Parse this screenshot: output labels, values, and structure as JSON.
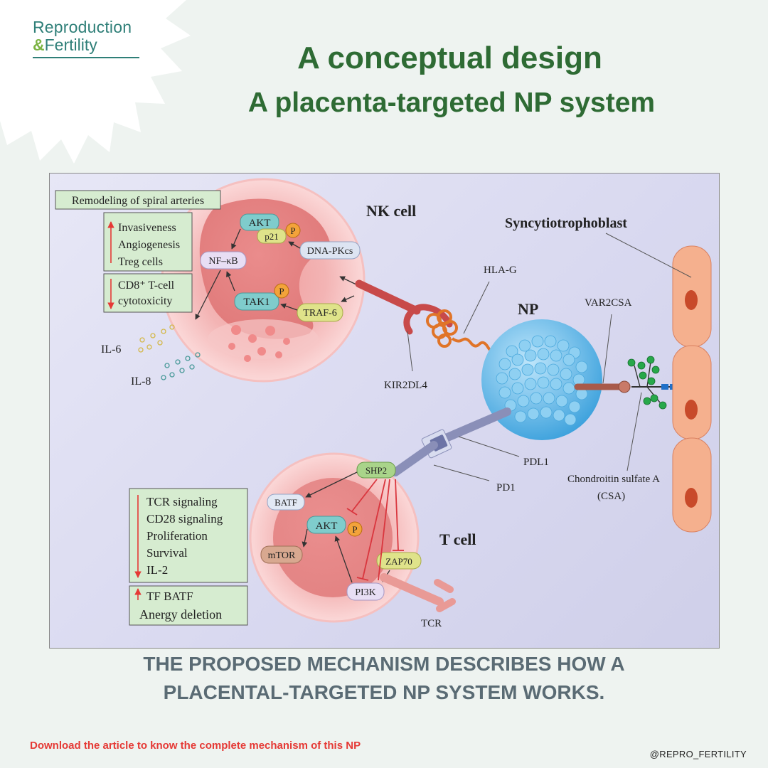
{
  "brand": {
    "line1": "Reproduction",
    "line2_amp": "&",
    "line2": "Fertility"
  },
  "title": {
    "line1": "A conceptual design",
    "line2": "A placenta-targeted NP system"
  },
  "diagram": {
    "nk": {
      "title": "NK cell",
      "akt": "AKT",
      "p21": "p21",
      "p": "P",
      "nfkb": "NF–κB",
      "dnapkcs": "DNA-PKcs",
      "tak1": "TAK1",
      "traf6": "TRAF-6"
    },
    "left_top": {
      "header": "Remodeling of spiral arteries",
      "up1": "Invasiveness",
      "up2": "Angiogenesis",
      "up3": "Treg cells",
      "down1": "CD8⁺ T-cell",
      "down2": "cytotoxicity"
    },
    "cytokines": {
      "il6": "IL-6",
      "il8": "IL-8"
    },
    "labels": {
      "syncytio": "Syncytiotrophoblast",
      "hlag": "HLA-G",
      "var2csa": "VAR2CSA",
      "np": "NP",
      "kir": "KIR2DL4",
      "pdl1": "PDL1",
      "pd1": "PD1",
      "csa1": "Chondroitin sulfate A",
      "csa2": "(CSA)",
      "tcr": "TCR"
    },
    "tcell": {
      "title": "T cell",
      "shp2": "SHP2",
      "batf": "BATF",
      "akt": "AKT",
      "p": "P",
      "mtor": "mTOR",
      "zap70": "ZAP70",
      "pi3k": "PI3K"
    },
    "left_bottom": {
      "d1": "TCR signaling",
      "d2": "CD28 signaling",
      "d3": "Proliferation",
      "d4": "Survival",
      "d5": "IL-2",
      "u1": "TF BATF",
      "u2": "Anergy deletion"
    }
  },
  "caption": {
    "line1": "THE PROPOSED MECHANISM DESCRIBES HOW A",
    "line2": "PLACENTAL-TARGETED NP SYSTEM WORKS."
  },
  "footer": {
    "cta": "Download the article to know the complete mechanism of this NP",
    "handle": "@REPRO_FERTILITY"
  },
  "colors": {
    "title": "#2e6b34",
    "brand": "#2f7f78",
    "cta": "#e53935",
    "caption": "#5a6b74",
    "panel": "#dcdcf0"
  }
}
